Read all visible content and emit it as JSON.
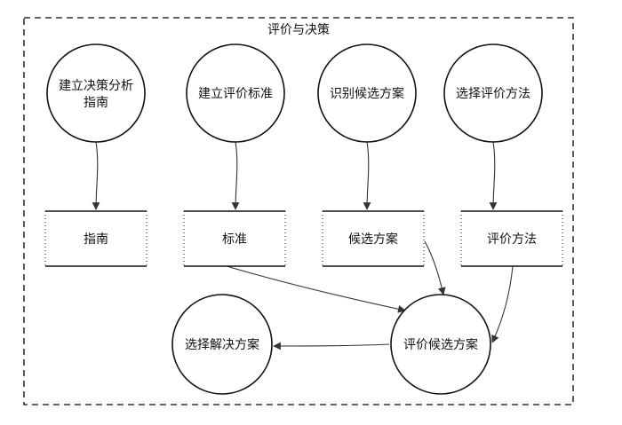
{
  "frame": {
    "title": "评价与决策"
  },
  "processes": {
    "guide_analysis": [
      "建立决策分析",
      "指南"
    ],
    "standards": [
      "建立评价标准"
    ],
    "identify": [
      "识别候选方案"
    ],
    "choose_method": [
      "选择评价方法"
    ],
    "evaluate": [
      "评价候选方案"
    ],
    "select": [
      "选择解决方案"
    ]
  },
  "stores": {
    "guide": "指南",
    "criteria": "标准",
    "candidates": "候选方案",
    "method": "评价方法"
  }
}
